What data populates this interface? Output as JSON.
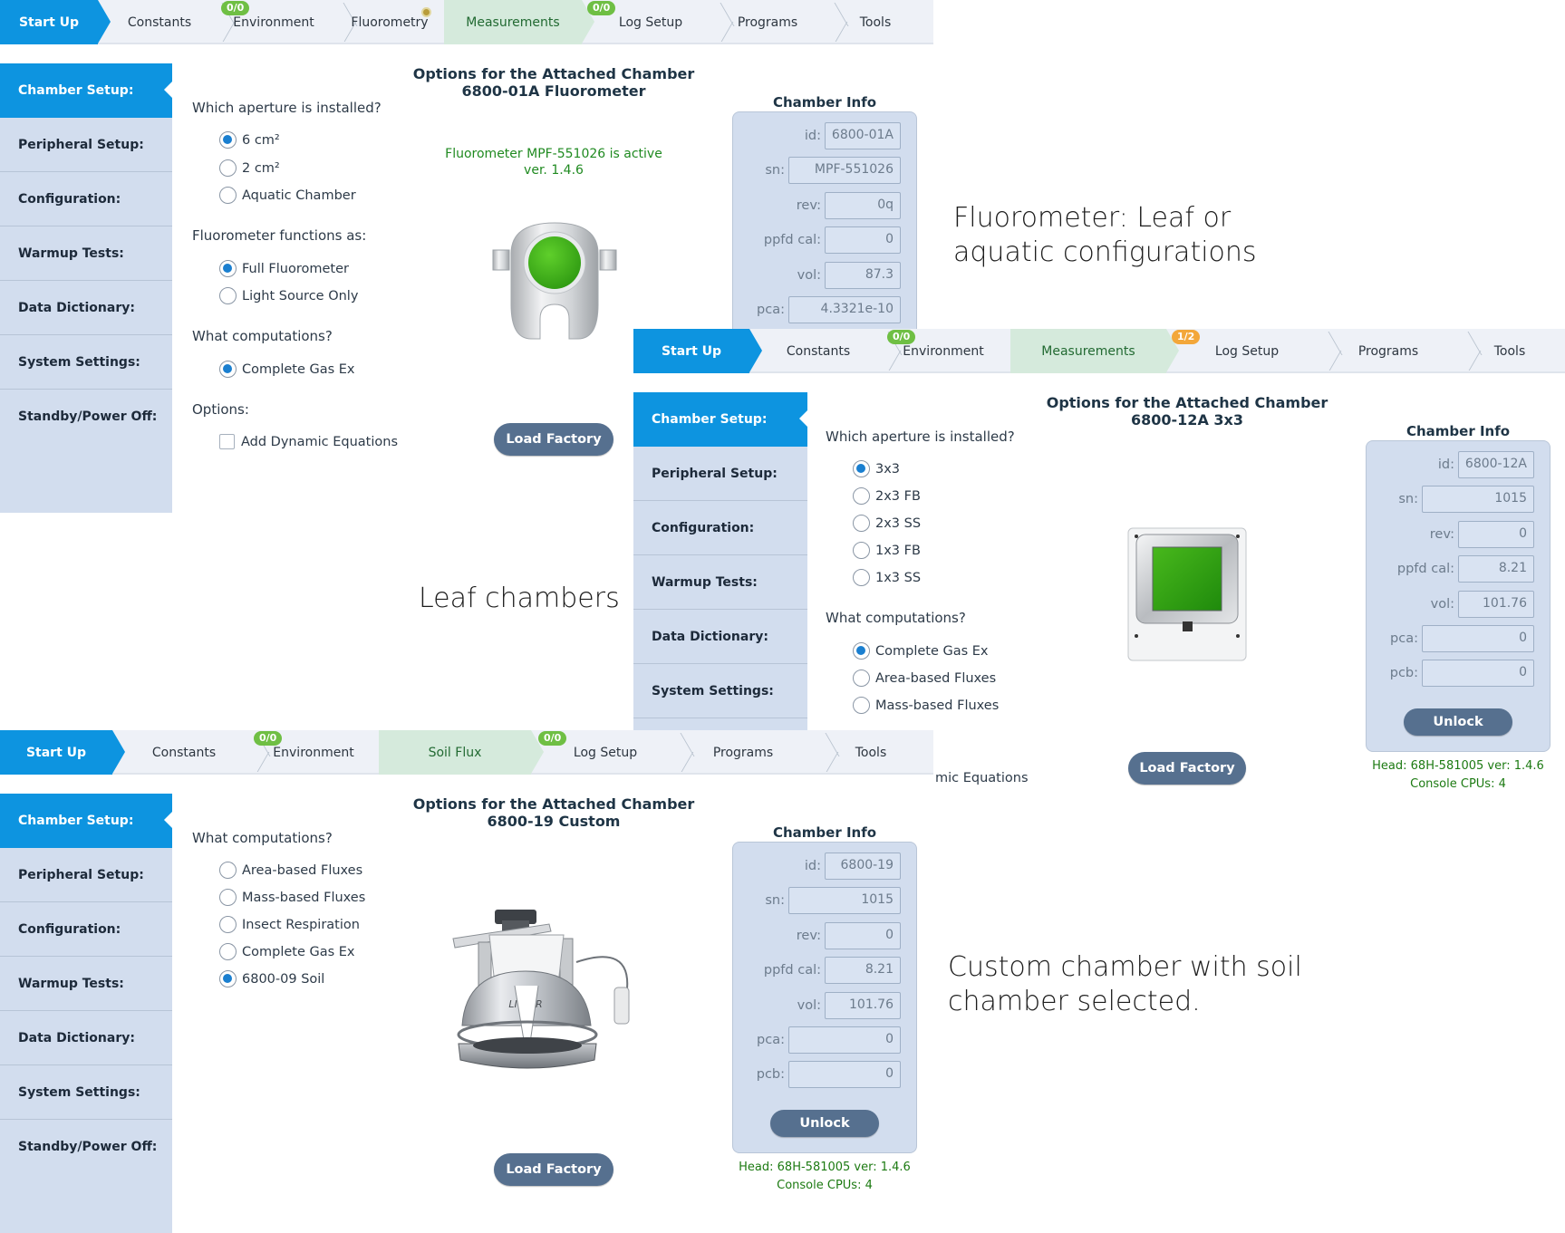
{
  "captions": {
    "fluorometer": "Fluorometer: Leaf or aquatic configurations",
    "leaf": "Leaf chambers",
    "custom": "Custom chamber with soil chamber selected."
  },
  "panel1": {
    "tabs": [
      "Start Up",
      "Constants",
      "Environment",
      "Fluorometry",
      "Measurements",
      "Log Setup",
      "Programs",
      "Tools"
    ],
    "badges": {
      "environment": "0/0",
      "log_setup": "0/0"
    },
    "side": [
      "Chamber Setup:",
      "Peripheral Setup:",
      "Configuration:",
      "Warmup Tests:",
      "Data Dictionary:",
      "System Settings:",
      "Standby/Power Off:"
    ],
    "q_aperture": "Which aperture is installed?",
    "apertures": [
      "6 cm²",
      "2 cm²",
      "Aquatic Chamber"
    ],
    "q_functions": "Fluorometer functions as:",
    "functions": [
      "Full Fluorometer",
      "Light Source Only"
    ],
    "q_comp": "What computations?",
    "comps": [
      "Complete Gas Ex"
    ],
    "q_options": "Options:",
    "options": [
      "Add Dynamic Equations"
    ],
    "title1": "Options for the Attached Chamber",
    "title2": "6800-01A Fluorometer",
    "status1": "Fluorometer MPF-551026 is active",
    "status2": "ver. 1.4.6",
    "load_factory": "Load Factory",
    "ci_title": "Chamber Info",
    "ci": {
      "labels": [
        "id:",
        "sn:",
        "rev:",
        "ppfd cal:",
        "vol:",
        "pca:"
      ],
      "values": [
        "6800-01A",
        "MPF-551026",
        "0q",
        "0",
        "87.3",
        "4.3321e-10"
      ]
    }
  },
  "panel2": {
    "tabs": [
      "Start Up",
      "Constants",
      "Environment",
      "Measurements",
      "Log Setup",
      "Programs",
      "Tools"
    ],
    "badges": {
      "environment": "0/0",
      "log_setup": "1/2"
    },
    "side": [
      "Chamber Setup:",
      "Peripheral Setup:",
      "Configuration:",
      "Warmup Tests:",
      "Data Dictionary:",
      "System Settings:"
    ],
    "q_aperture": "Which aperture is installed?",
    "apertures": [
      "3x3",
      "2x3 FB",
      "2x3 SS",
      "1x3 FB",
      "1x3 SS"
    ],
    "q_comp": "What computations?",
    "comps": [
      "Complete Gas Ex",
      "Area-based Fluxes",
      "Mass-based Fluxes"
    ],
    "partial_option": "mic Equations",
    "title1": "Options for the Attached Chamber",
    "title2": "6800-12A 3x3",
    "load_factory": "Load Factory",
    "unlock": "Unlock",
    "ci_title": "Chamber Info",
    "ci": {
      "labels": [
        "id:",
        "sn:",
        "rev:",
        "ppfd cal:",
        "vol:",
        "pca:",
        "pcb:"
      ],
      "values": [
        "6800-12A",
        "1015",
        "0",
        "8.21",
        "101.76",
        "0",
        "0"
      ]
    },
    "head": "Head: 68H-581005 ver: 1.4.6",
    "cpus": "Console CPUs: 4"
  },
  "panel3": {
    "tabs": [
      "Start Up",
      "Constants",
      "Environment",
      "Soil Flux",
      "Log Setup",
      "Programs",
      "Tools"
    ],
    "badges": {
      "environment": "0/0",
      "log_setup": "0/0"
    },
    "side": [
      "Chamber Setup:",
      "Peripheral Setup:",
      "Configuration:",
      "Warmup Tests:",
      "Data Dictionary:",
      "System Settings:",
      "Standby/Power Off:"
    ],
    "q_comp": "What computations?",
    "comps": [
      "Area-based Fluxes",
      "Mass-based Fluxes",
      "Insect Respiration",
      "Complete Gas Ex",
      "6800-09 Soil"
    ],
    "title1": "Options for the Attached Chamber",
    "title2": "6800-19 Custom",
    "load_factory": "Load Factory",
    "unlock": "Unlock",
    "ci_title": "Chamber Info",
    "ci": {
      "labels": [
        "id:",
        "sn:",
        "rev:",
        "ppfd cal:",
        "vol:",
        "pca:",
        "pcb:"
      ],
      "values": [
        "6800-19",
        "1015",
        "0",
        "8.21",
        "101.76",
        "0",
        "0"
      ]
    },
    "head": "Head: 68H-581005 ver: 1.4.6",
    "cpus": "Console CPUs: 4",
    "chamber_logo": "LI-COR"
  },
  "colors": {
    "accent": "#0d94e0",
    "side_bg": "#d2ddee",
    "green_tab": "#d5eadc",
    "badge_green": "#6fbf44",
    "badge_orange": "#f3a73a",
    "button": "#56708f",
    "status_green": "#1f8a20"
  },
  "icons": [
    "fluorometer-head-icon",
    "leaf-chamber-3x3-icon",
    "soil-chamber-icon"
  ]
}
